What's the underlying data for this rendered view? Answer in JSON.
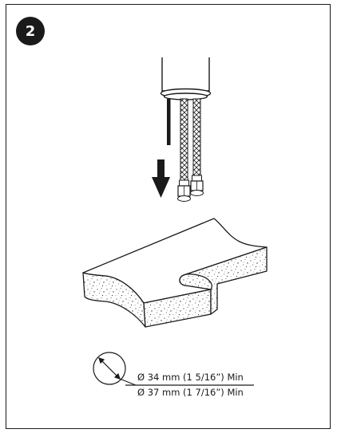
{
  "step": {
    "number": "2"
  },
  "dimensions": {
    "min_hole_1": "Ø 34 mm (1 5/16”) Min",
    "min_hole_2": "Ø 37 mm (1 7/16”) Min"
  },
  "colors": {
    "ink": "#1a1a1a",
    "background": "#ffffff"
  }
}
